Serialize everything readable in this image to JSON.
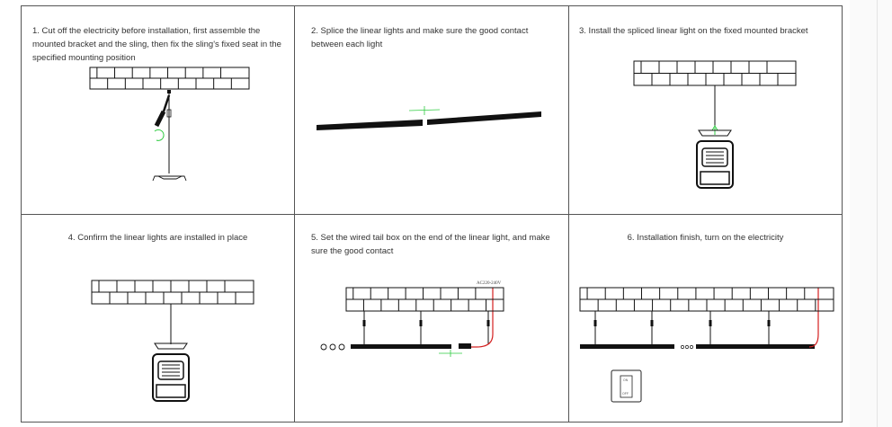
{
  "steps": [
    {
      "caption": "1. Cut off the electricity before installation, first assemble the mounted bracket and the sling, then fix the sling's fixed seat in the specified mounting position"
    },
    {
      "caption": "2. Splice the linear lights and make sure the good contact between each light"
    },
    {
      "caption": "3. Install the spliced linear light on the fixed mounted bracket"
    },
    {
      "caption": "4. Confirm the linear lights are installed in place"
    },
    {
      "caption": "5. Set the wired tail box on the end of the linear light, and make sure the good contact"
    },
    {
      "caption": "6. Installation finish, turn on the electricity"
    }
  ],
  "labels": {
    "voltage": "AC220-240V",
    "switch_on": "ON",
    "switch_off": "OFF"
  },
  "colors": {
    "accent_green": "#2ecc40",
    "wire_red": "#d42020",
    "line": "#111111"
  }
}
